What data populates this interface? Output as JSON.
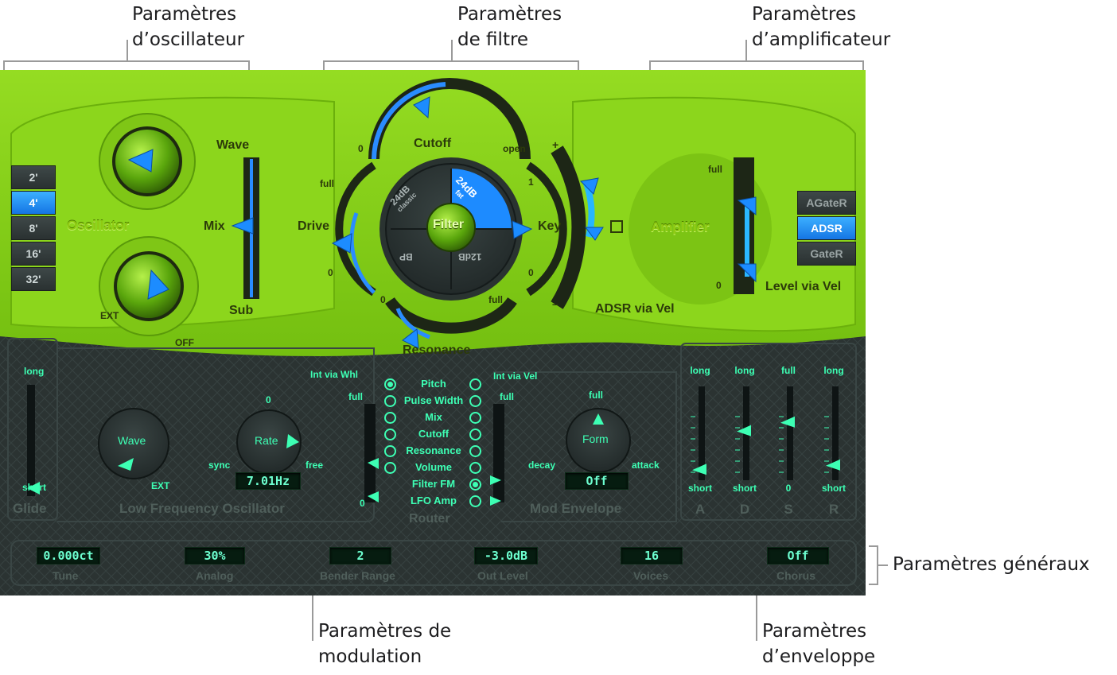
{
  "callouts": {
    "oscillator": [
      "Paramètres",
      "d’oscillateur"
    ],
    "filter": [
      "Paramètres",
      "de filtre"
    ],
    "amplifier": [
      "Paramètres",
      "d’amplificateur"
    ],
    "global": "Paramètres généraux",
    "modulation": [
      "Paramètres de",
      "modulation"
    ],
    "envelope": [
      "Paramètres",
      "d’enveloppe"
    ]
  },
  "oscillator": {
    "title": "Oscillator",
    "octaves": [
      "2'",
      "4'",
      "8'",
      "16'",
      "32'"
    ],
    "selected_octave": "4'",
    "wave_label": "Wave",
    "mix_label": "Mix",
    "sub_label": "Sub",
    "sub_ext": "EXT",
    "sub_off": "OFF"
  },
  "filter": {
    "title": "Filter",
    "cutoff_label": "Cutoff",
    "cutoff_min": "0",
    "cutoff_max": "open",
    "drive_label": "Drive",
    "drive_max": "full",
    "drive_min": "0",
    "key_label": "Key",
    "key_max": "1",
    "key_min": "0",
    "resonance_label": "Resonance",
    "resonance_min": "0",
    "resonance_max": "full",
    "modes": [
      "24dB classic",
      "24dB fat",
      "12dB",
      "BP"
    ],
    "mode_24_classic": [
      "24dB",
      "classic"
    ],
    "mode_24_fat": [
      "24dB",
      "fat"
    ],
    "mode_12": "12dB",
    "mode_bp": "BP",
    "selected_mode": "24dB fat",
    "adsr_vel_label": "ADSR via Vel",
    "adsr_plus": "+",
    "adsr_minus": "–"
  },
  "amplifier": {
    "title": "Amplifier",
    "level_max": "full",
    "level_min": "0",
    "level_vel_label": "Level via Vel",
    "env_modes": [
      "AGateR",
      "ADSR",
      "GateR"
    ],
    "selected_env_mode": "ADSR"
  },
  "glide": {
    "label": "Glide",
    "max": "long",
    "min": "short"
  },
  "lfo": {
    "title": "Low Frequency Oscillator",
    "wave_label": "Wave",
    "wave_ext": "EXT",
    "rate_label": "Rate",
    "rate_top": "0",
    "rate_sync": "sync",
    "rate_free": "free",
    "rate_value": "7.01Hz",
    "int_via_whl": "Int via Whl",
    "int_whl_max": "full",
    "int_whl_min": "0"
  },
  "router": {
    "label": "Router",
    "targets": [
      "Pitch",
      "Pulse Width",
      "Mix",
      "Cutoff",
      "Resonance",
      "Volume",
      "Filter FM",
      "LFO Amp"
    ],
    "left_selected": "Pitch",
    "right_selected": "Filter FM"
  },
  "mod_envelope": {
    "title": "Mod Envelope",
    "int_via_vel": "Int via Vel",
    "int_vel_max": "full",
    "form_label": "Form",
    "form_top": "full",
    "form_decay": "decay",
    "form_attack": "attack",
    "form_value": "Off"
  },
  "envelope": {
    "sliders": [
      {
        "name": "A",
        "top": "long",
        "bottom": "short",
        "level": 0.1
      },
      {
        "name": "D",
        "top": "long",
        "bottom": "short",
        "level": 0.55
      },
      {
        "name": "S",
        "top": "full",
        "bottom": "0",
        "level": 0.65
      },
      {
        "name": "R",
        "top": "long",
        "bottom": "short",
        "level": 0.15
      }
    ]
  },
  "global": {
    "tune": {
      "value": "0.000ct",
      "label": "Tune"
    },
    "analog": {
      "value": "30%",
      "label": "Analog"
    },
    "bender": {
      "value": "2",
      "label": "Bender Range"
    },
    "out_level": {
      "value": "-3.0dB",
      "label": "Out Level"
    },
    "voices": {
      "value": "16",
      "label": "Voices"
    },
    "chorus": {
      "value": "Off",
      "label": "Chorus"
    }
  },
  "colors": {
    "green_panel": "#86d11a",
    "dark_panel": "#2b3332",
    "accent_blue": "#1f8fff",
    "lcd_text": "#6dffd0",
    "mod_text": "#3dffb4"
  }
}
